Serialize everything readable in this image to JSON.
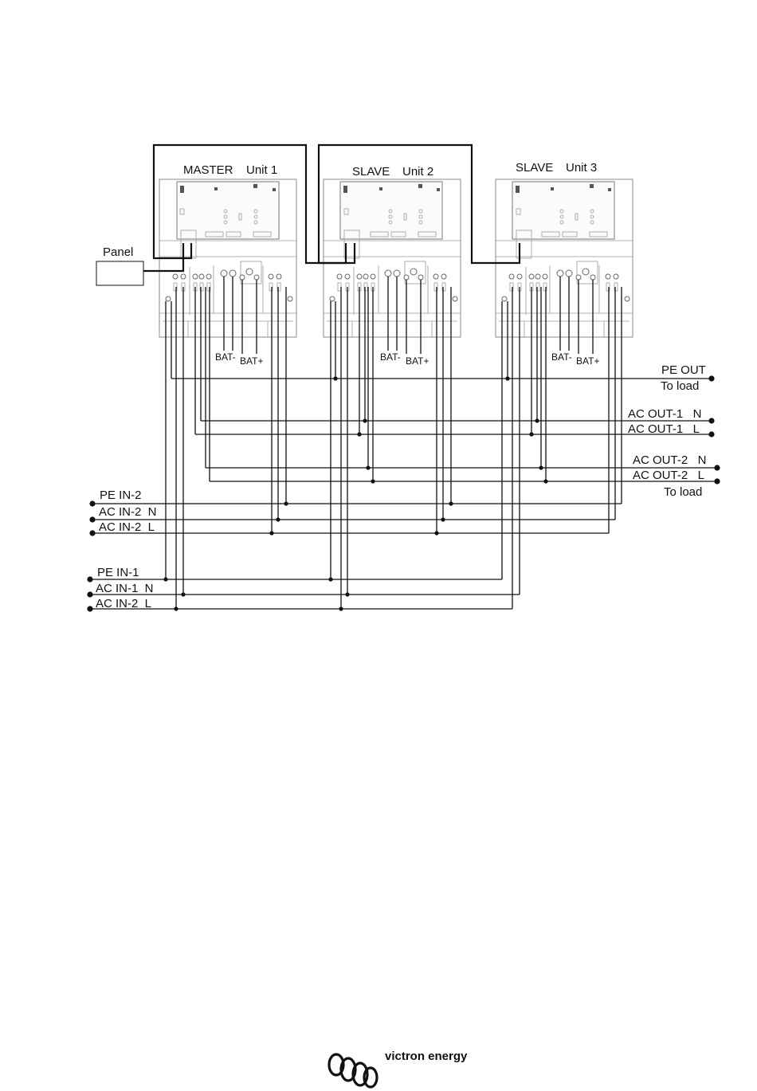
{
  "units": [
    {
      "role": "MASTER",
      "name": "Unit 1"
    },
    {
      "role": "SLAVE",
      "name": "Unit 2"
    },
    {
      "role": "SLAVE",
      "name": "Unit 3"
    }
  ],
  "panel_label": "Panel",
  "battery_labels": {
    "negative": "BAT-",
    "positive": "BAT+"
  },
  "output_labels": {
    "pe_out": "PE OUT",
    "to_load_1": "To load",
    "ac_out1_n": "AC OUT-1   N",
    "ac_out1_l": "AC OUT-1   L",
    "ac_out2_n": "AC OUT-2   N",
    "ac_out2_l": "AC OUT-2   L",
    "to_load_2": "To load"
  },
  "input_labels": {
    "pe_in2": "PE IN-2",
    "ac_in2_n": "AC IN-2  N",
    "ac_in2_l": "AC IN-2  L",
    "pe_in1": "PE IN-1",
    "ac_in1_n": "AC IN-1  N",
    "ac_in1_l": "AC IN-2  L"
  },
  "brand": "victron energy"
}
